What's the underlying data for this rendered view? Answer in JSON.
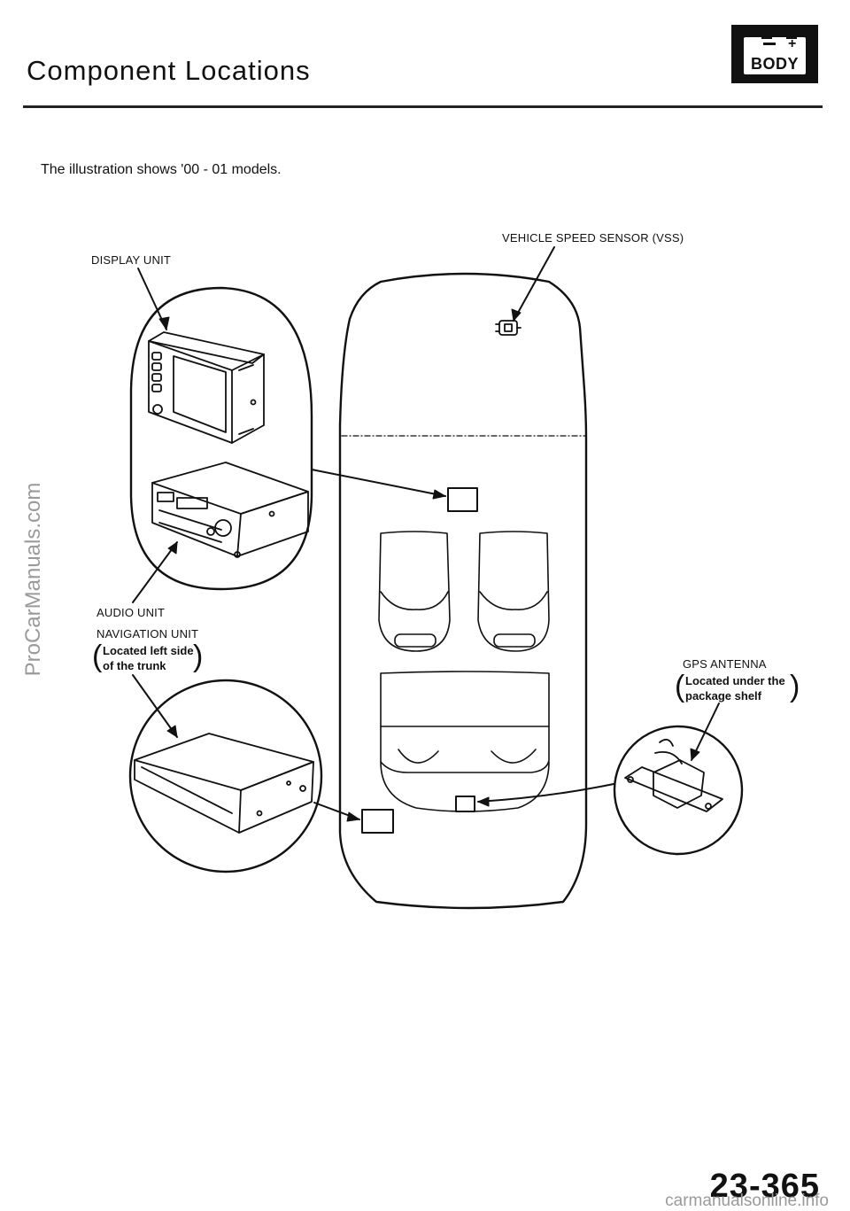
{
  "header": {
    "title": "Component Locations",
    "badge_signs": "− +",
    "badge_label": "BODY"
  },
  "intro": "The illustration shows '00 - 01 models.",
  "labels": {
    "display_unit": "DISPLAY UNIT",
    "vss": "VEHICLE SPEED SENSOR (VSS)",
    "audio_unit": "AUDIO UNIT",
    "navigation_unit": "NAVIGATION UNIT",
    "navigation_note_1": "Located left side",
    "navigation_note_2": "of the trunk",
    "gps_antenna": "GPS ANTENNA",
    "gps_note_1": "Located under the",
    "gps_note_2": "package shelf"
  },
  "watermark": "ProCarManuals.com",
  "page_number": "23-365",
  "footer_watermark": "carmanualsonline.info"
}
